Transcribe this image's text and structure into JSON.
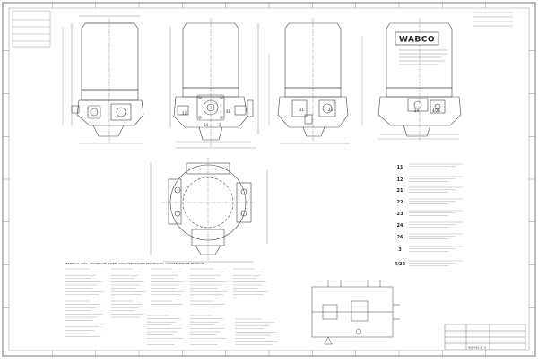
{
  "brand": {
    "name": "WABCO"
  },
  "port_codes": [
    {
      "code": "11"
    },
    {
      "code": "12"
    },
    {
      "code": "21"
    },
    {
      "code": "22"
    },
    {
      "code": "23"
    },
    {
      "code": "24"
    },
    {
      "code": "26"
    },
    {
      "code": "3"
    },
    {
      "code": "4/26"
    }
  ],
  "view_port_labels": [
    "22",
    "26",
    "24",
    "3",
    "21",
    "23",
    "24",
    "4/26"
  ],
  "technical_data_header": "TECHNICAL DATA, TECHNISCHE DATEN, CARACTERISTIQUES TECHNIQUES, CARATTERISTICHE TECNICHE",
  "title_block": {
    "part_no": "432 410 2.. 0"
  },
  "colors": {
    "line": "#444444",
    "background": "#ffffff",
    "ink": "#222222"
  }
}
